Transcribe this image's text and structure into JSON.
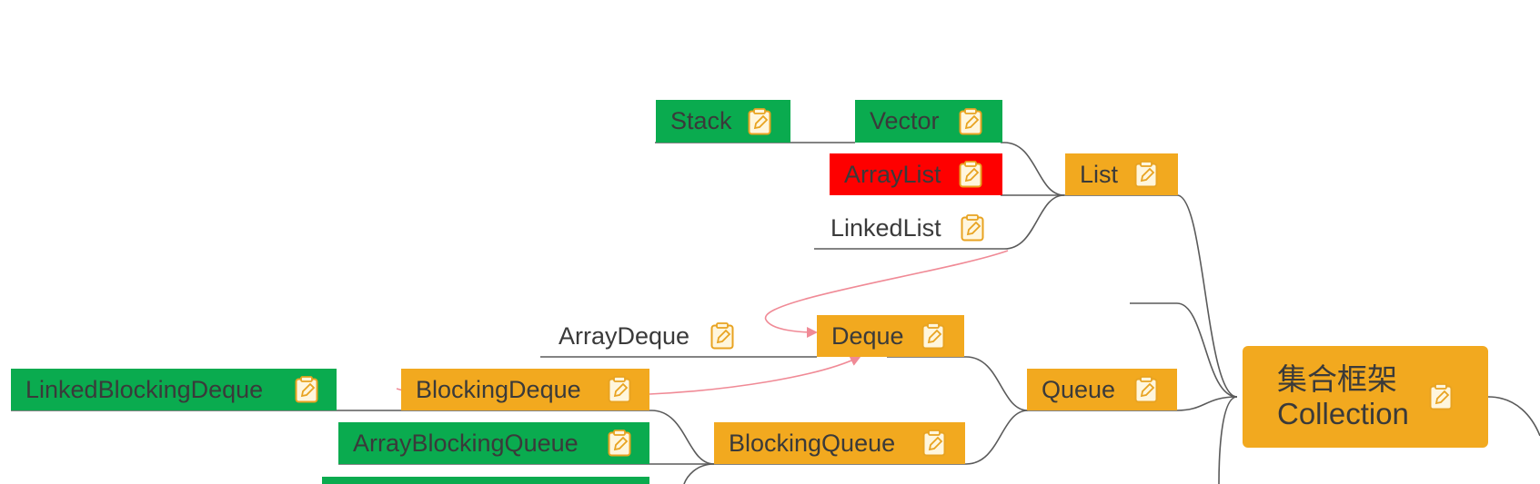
{
  "colors": {
    "green": "#0aab4f",
    "orange": "#f2a91f",
    "red": "#fe0000",
    "line": "#5a5a5a",
    "relation": "#f08a96"
  },
  "icons": {
    "note": "note-edit-icon"
  },
  "nodes": {
    "root": {
      "line1": "集合框架",
      "line2": "Collection"
    },
    "list": "List",
    "queue": "Queue",
    "vector": "Vector",
    "stack": "Stack",
    "arraylist": "ArrayList",
    "linkedlist": "LinkedList",
    "deque": "Deque",
    "arraydeque": "ArrayDeque",
    "blockingdeque": "BlockingDeque",
    "linkedblockingdeque": "LinkedBlockingDeque",
    "blockingqueue": "BlockingQueue",
    "arrayblockingqueue": "ArrayBlockingQueue"
  }
}
